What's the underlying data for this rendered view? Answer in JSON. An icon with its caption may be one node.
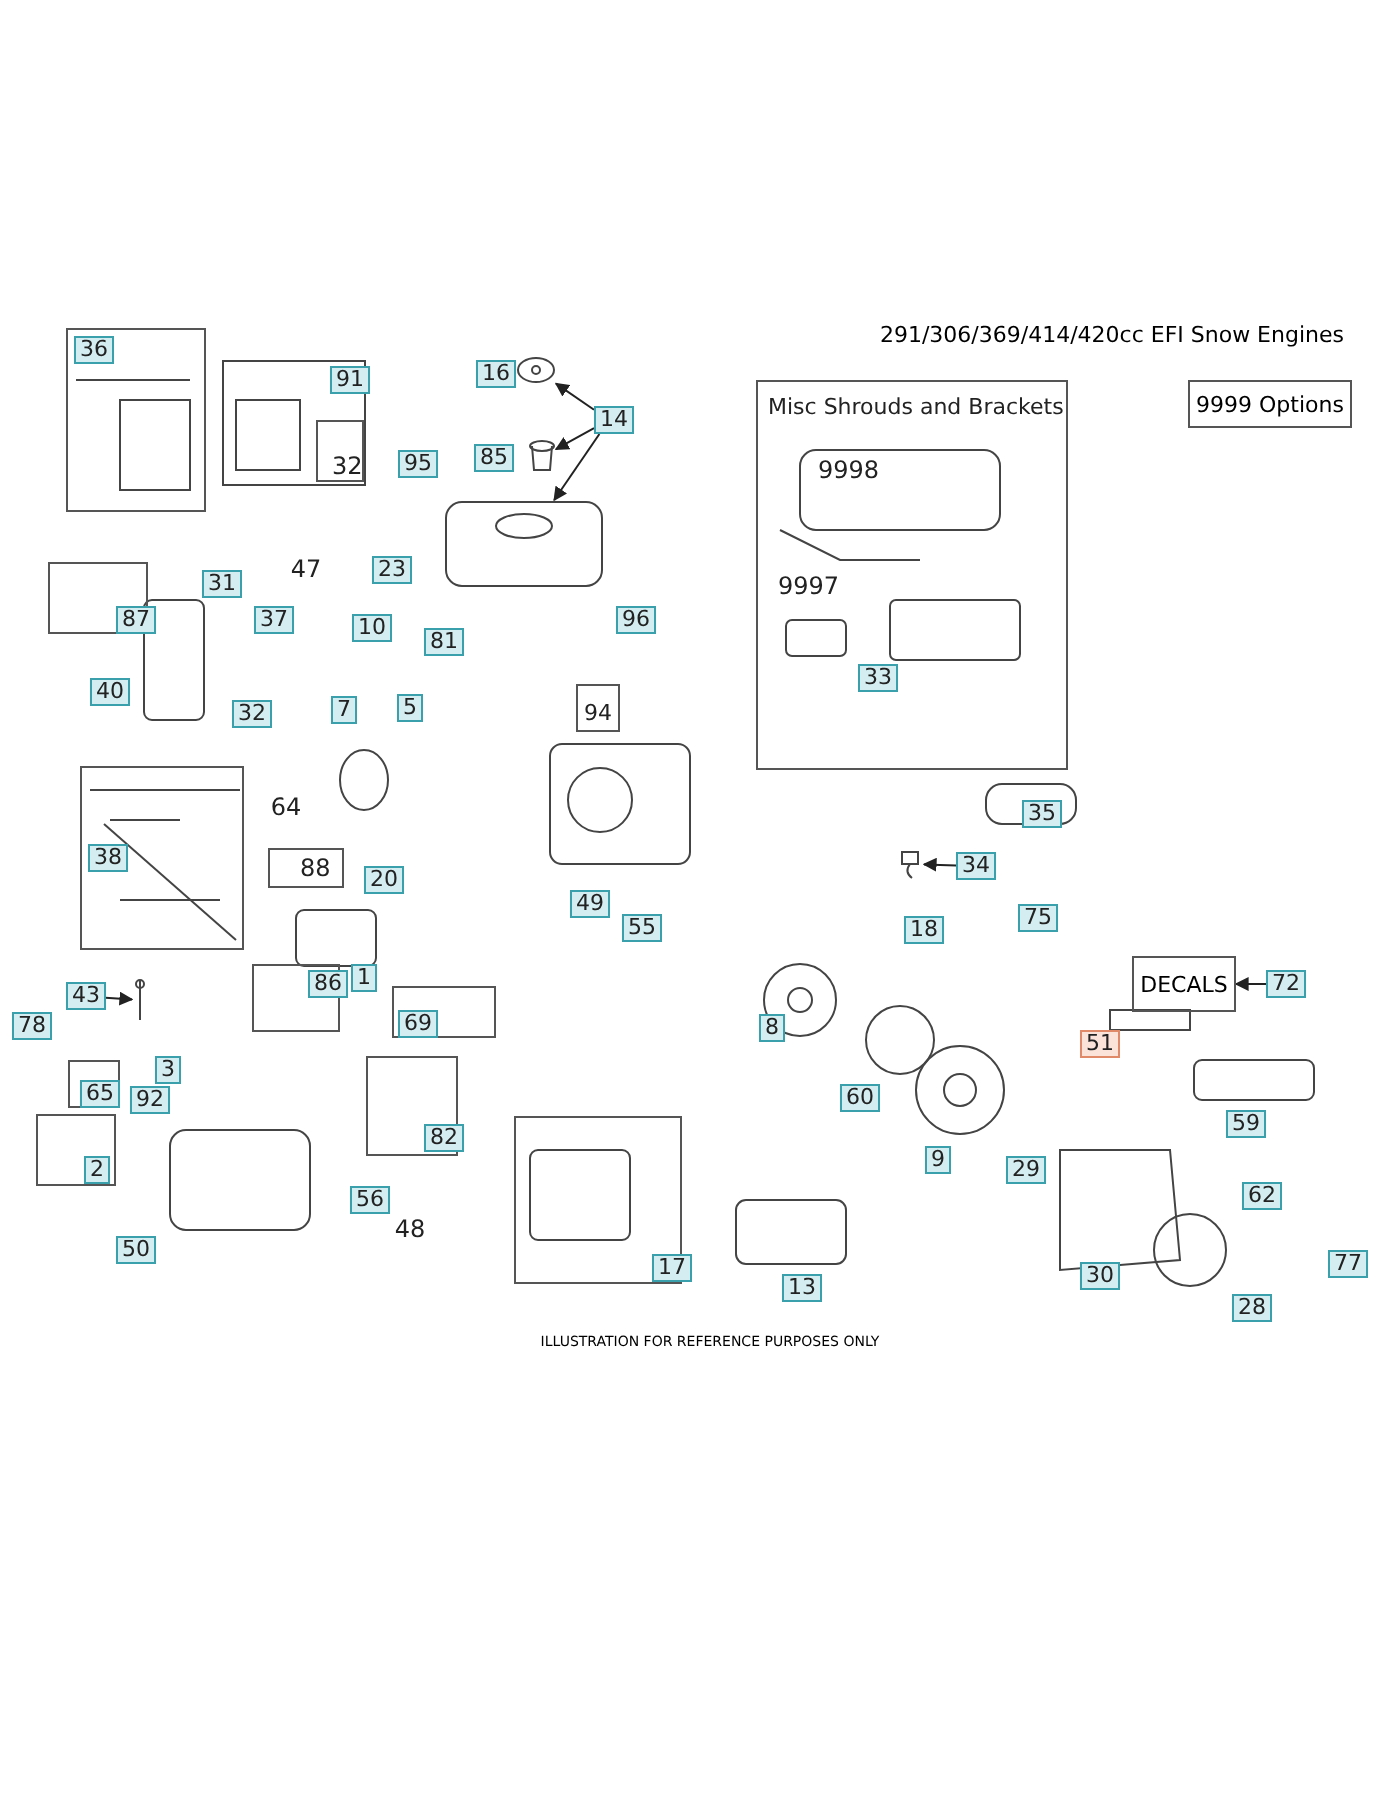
{
  "diagram": {
    "title": "291/306/369/414/420cc EFI Snow Engines",
    "caption": "ILLUSTRATION FOR REFERENCE PURPOSES ONLY",
    "nodes": [
      {
        "text": [
          "Misc Shrouds and Brackets",
          "9998",
          "9997",
          "33"
        ]
      },
      {
        "text": [
          "9999 Options"
        ]
      },
      {
        "text": [
          "DECALS"
        ]
      },
      {
        "text": [
          "72"
        ]
      },
      {
        "text": [
          "14"
        ]
      },
      {
        "text": [
          "43"
        ]
      },
      {
        "text": [
          "34"
        ]
      },
      {
        "text": [
          "36"
        ]
      },
      {
        "text": [],
        "shape": "box"
      },
      {
        "text": [
          "32"
        ],
        "in": 8
      },
      {
        "text": [
          "87"
        ]
      },
      {
        "text": [
          "38"
        ]
      },
      {
        "text": [
          "88"
        ]
      },
      {
        "text": [
          "86"
        ]
      },
      {
        "text": [
          "69"
        ]
      },
      {
        "text": [
          "65"
        ]
      },
      {
        "text": [
          "2"
        ]
      },
      {
        "text": [
          "82"
        ]
      },
      {
        "text": [
          "17"
        ]
      },
      {
        "text": [
          "94"
        ]
      },
      {
        "text": [],
        "shape": "picture"
      },
      {
        "text": [],
        "shape": "picture"
      },
      {
        "text": [],
        "shape": "picture"
      },
      {
        "text": [],
        "shape": "picture"
      },
      {
        "text": [],
        "shape": "picture"
      },
      {
        "text": [
          "16"
        ]
      },
      {
        "text": [
          "95"
        ]
      },
      {
        "text": [
          "85"
        ]
      },
      {
        "text": [
          "23"
        ]
      },
      {
        "text": [
          "31"
        ]
      },
      {
        "text": [
          "37"
        ]
      },
      {
        "text": [
          "96"
        ]
      },
      {
        "text": [
          "10"
        ]
      },
      {
        "text": [
          "81"
        ]
      },
      {
        "text": [
          "40"
        ]
      },
      {
        "text": [
          "32"
        ]
      },
      {
        "text": [
          "7"
        ]
      },
      {
        "text": [
          "5"
        ]
      },
      {
        "text": [
          "35"
        ]
      },
      {
        "text": [
          "20"
        ]
      },
      {
        "text": [
          "49"
        ]
      },
      {
        "text": [
          "75"
        ]
      },
      {
        "text": [
          "55"
        ]
      },
      {
        "text": [
          "18"
        ]
      },
      {
        "text": [
          "1"
        ]
      },
      {
        "text": [
          "78"
        ]
      },
      {
        "text": [
          "8"
        ]
      },
      {
        "text": [
          "51"
        ]
      },
      {
        "text": [
          "3"
        ]
      },
      {
        "text": [
          "92"
        ]
      },
      {
        "text": [
          "60"
        ]
      },
      {
        "text": [
          "59"
        ]
      },
      {
        "text": [
          "9"
        ]
      },
      {
        "text": [
          "29"
        ]
      },
      {
        "text": [
          "56"
        ]
      },
      {
        "text": [
          "62"
        ]
      },
      {
        "text": [
          "50"
        ]
      },
      {
        "text": [
          "77"
        ]
      },
      {
        "text": [
          "30"
        ]
      },
      {
        "text": [
          "13"
        ]
      },
      {
        "text": [
          "28"
        ]
      },
      {
        "text": [
          "91"
        ],
        "in": 8
      }
    ],
    "edges": [
      {
        "from": 4,
        "to": 20,
        "arrow": "to"
      },
      {
        "from": 4,
        "to": 21,
        "arrow": "to"
      },
      {
        "from": 4,
        "to": 22,
        "arrow": "to"
      },
      {
        "from": 5,
        "to": 23,
        "arrow": "to"
      },
      {
        "from": 6,
        "to": 24,
        "arrow": "to"
      },
      {
        "from": 3,
        "to": 2,
        "arrow": "to"
      }
    ],
    "labels": [
      "47",
      "64",
      "48"
    ]
  }
}
